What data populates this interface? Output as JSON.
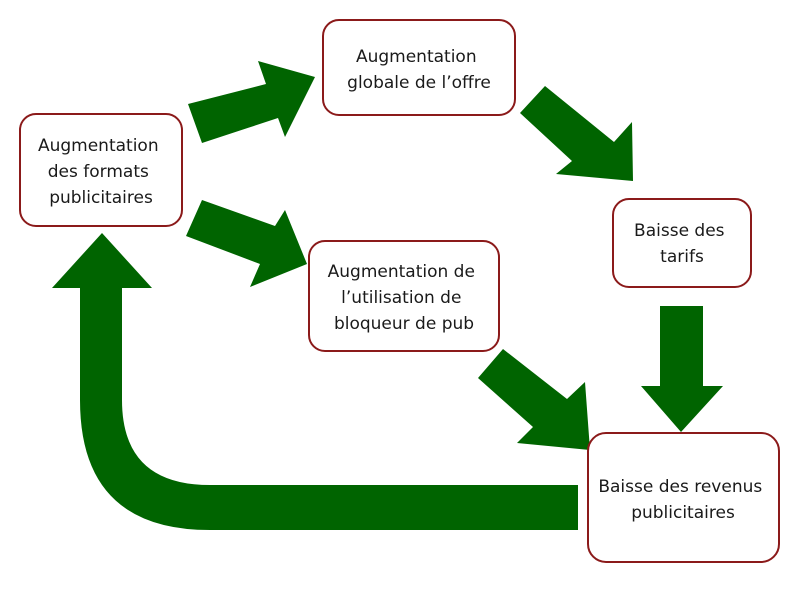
{
  "diagram": {
    "arrow_color": "#006400",
    "box_border_color": "#8b1a1a",
    "nodes": {
      "formats": {
        "lines": [
          "Augmentation",
          "des formats",
          "publicitaires"
        ]
      },
      "offre": {
        "lines": [
          "Augmentation",
          "globale de l’offre"
        ]
      },
      "tarifs": {
        "lines": [
          "Baisse des",
          "tarifs"
        ]
      },
      "bloqueur": {
        "lines": [
          "Augmentation de",
          "l’utilisation de",
          "bloqueur de pub"
        ]
      },
      "revenus": {
        "lines": [
          "Baisse des revenus",
          "publicitaires"
        ]
      }
    }
  }
}
